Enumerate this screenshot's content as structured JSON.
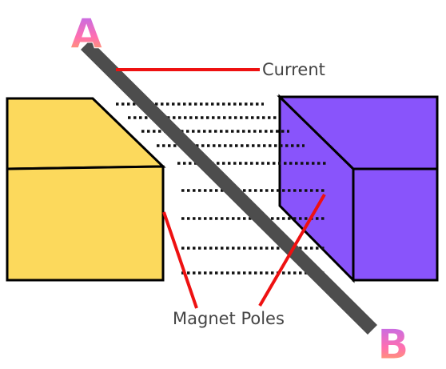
{
  "diagram": {
    "labels": {
      "current": "Current",
      "magnet_poles": "Magnet Poles",
      "end_a": "A",
      "end_b": "B"
    },
    "colors": {
      "left_pole_fill": "#FCD95C",
      "right_pole_fill": "#8954FB",
      "outline": "#000000",
      "conductor": "#4D4D4D",
      "pointer": "#EE1111",
      "field_lines": "#111111",
      "label_text": "#444444",
      "endpoint_gradient_top": "#B56BF5",
      "endpoint_gradient_mid": "#FF6FB0",
      "endpoint_gradient_bottom": "#FFB049"
    }
  }
}
